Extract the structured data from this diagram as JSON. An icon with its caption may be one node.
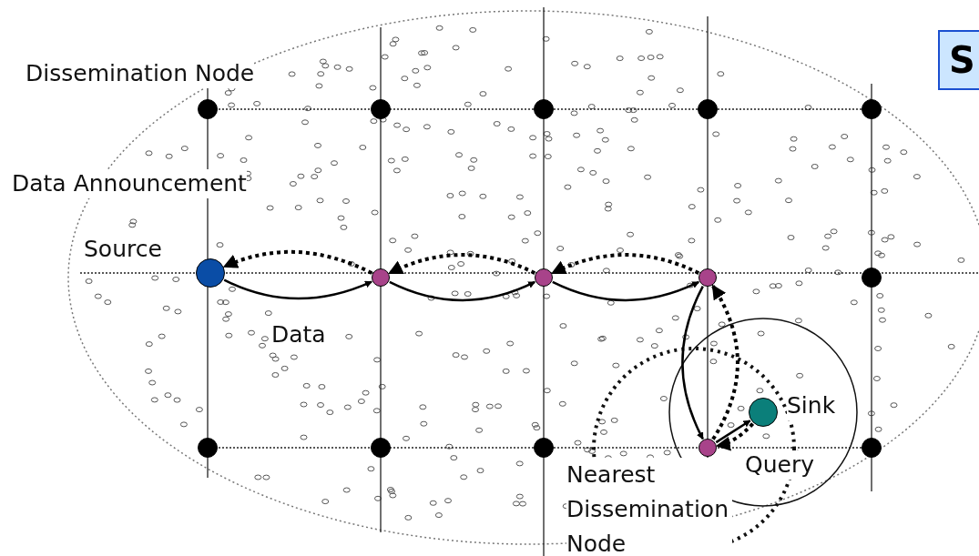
{
  "diagram": {
    "nodes": [
      {
        "text": [],
        "shape": "circle",
        "beside": [
          "Dissemination Node"
        ]
      },
      {
        "text": [],
        "shape": "circle"
      },
      {
        "text": [],
        "shape": "circle"
      },
      {
        "text": [],
        "shape": "circle"
      },
      {
        "text": [],
        "shape": "circle"
      },
      {
        "text": [],
        "shape": "circle",
        "beside": [
          "Source"
        ]
      },
      {
        "text": [],
        "shape": "circle"
      },
      {
        "text": [],
        "shape": "circle"
      },
      {
        "text": [],
        "shape": "circle"
      },
      {
        "text": [],
        "shape": "circle"
      },
      {
        "text": [],
        "shape": "circle",
        "beside": [
          "Sink"
        ]
      },
      {
        "text": [],
        "shape": "circle"
      },
      {
        "text": [],
        "shape": "circle"
      },
      {
        "text": [],
        "shape": "circle"
      },
      {
        "text": [],
        "shape": "circle",
        "beside": [
          "Nearest Dissemination Node"
        ]
      },
      {
        "text": [],
        "shape": "circle"
      },
      {
        "text": [
          "S"
        ]
      }
    ],
    "edges": [
      {
        "from": 5,
        "to": 6,
        "arrow": "to",
        "label": "Data"
      },
      {
        "from": 6,
        "to": 7,
        "arrow": "to"
      },
      {
        "from": 7,
        "to": 8,
        "arrow": "to"
      },
      {
        "from": 8,
        "to": 14,
        "arrow": "to"
      },
      {
        "from": 14,
        "to": 10,
        "arrow": "to"
      },
      {
        "from": 10,
        "to": 14,
        "arrow": "to",
        "style": "dashed",
        "label": "Query"
      },
      {
        "from": 14,
        "to": 8,
        "arrow": "to",
        "style": "dashed"
      },
      {
        "from": 8,
        "to": 7,
        "arrow": "to",
        "style": "dashed"
      },
      {
        "from": 7,
        "to": 6,
        "arrow": "to",
        "style": "dashed"
      },
      {
        "from": 6,
        "to": 5,
        "arrow": "to",
        "style": "dashed"
      }
    ],
    "labels": [
      "Data Announcement"
    ]
  }
}
